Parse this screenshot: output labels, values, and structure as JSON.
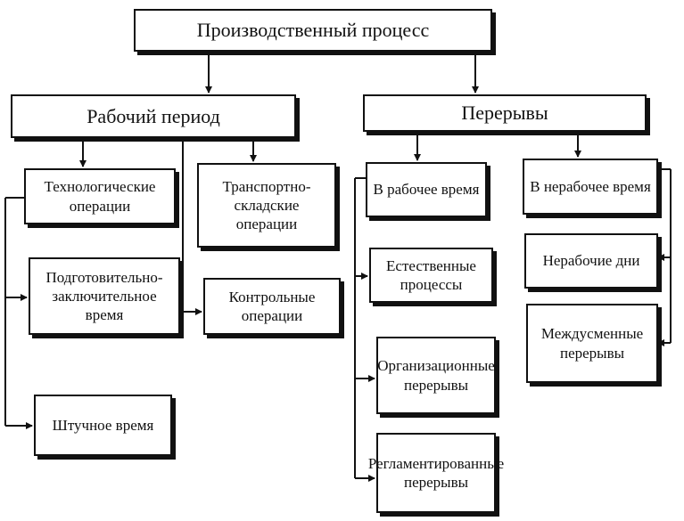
{
  "nodes": {
    "root": "Производственный процесс",
    "working_period": "Рабочий период",
    "breaks": "Перерывы",
    "technological_operations": "Технологические операции",
    "transport_storage_operations": "Транспортно-складские операции",
    "preparatory_final_time": "Подготовительно-заключительное время",
    "control_operations": "Контрольные операции",
    "piece_time": "Штучное время",
    "in_working_time": "В рабочее время",
    "in_non_working_time": "В нерабочее время",
    "natural_processes": "Естественные процессы",
    "non_working_days": "Нерабочие дни",
    "organizational_breaks": "Организационные перерывы",
    "inter_shift_breaks": "Междусменные перерывы",
    "regulated_breaks": "Регламентированные перерывы"
  },
  "colors": {
    "ink": "#111111",
    "background": "#ffffff"
  }
}
